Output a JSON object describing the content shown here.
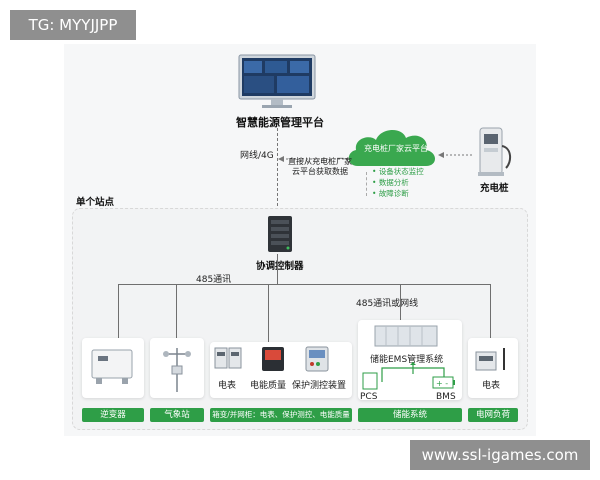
{
  "watermark_tl": "TG: MYYJJPP",
  "watermark_br": "www.ssl-igames.com",
  "platform": {
    "label": "智慧能源管理平台"
  },
  "link_label": "网线/4G",
  "cloud": {
    "title": "充电桩厂家云平台",
    "items": [
      "设备状态监控",
      "数据分析",
      "故障诊断"
    ],
    "source_note_line1": "直接从充电桩厂家",
    "source_note_line2": "云平台获取数据"
  },
  "charger": {
    "label": "充电桩"
  },
  "station": {
    "title": "单个站点"
  },
  "controller": {
    "label": "协调控制器"
  },
  "comm_485": "485通讯",
  "comm_485_or_net": "485通讯或网线",
  "devices": {
    "meter": "电表",
    "power_quality": "电能质量",
    "protection": "保护测控装置",
    "ems": "储能EMS管理系统",
    "pcs": "PCS",
    "bms": "BMS",
    "meter2": "电表"
  },
  "categories": [
    "逆变器",
    "气象站",
    "箱变/并网柜：电表、保护测控、电能质量",
    "储能系统",
    "电网负荷"
  ],
  "colors": {
    "accent_green": "#2e9e47",
    "cloud_green": "#3aa84f",
    "line_gray": "#6f6f6f"
  }
}
